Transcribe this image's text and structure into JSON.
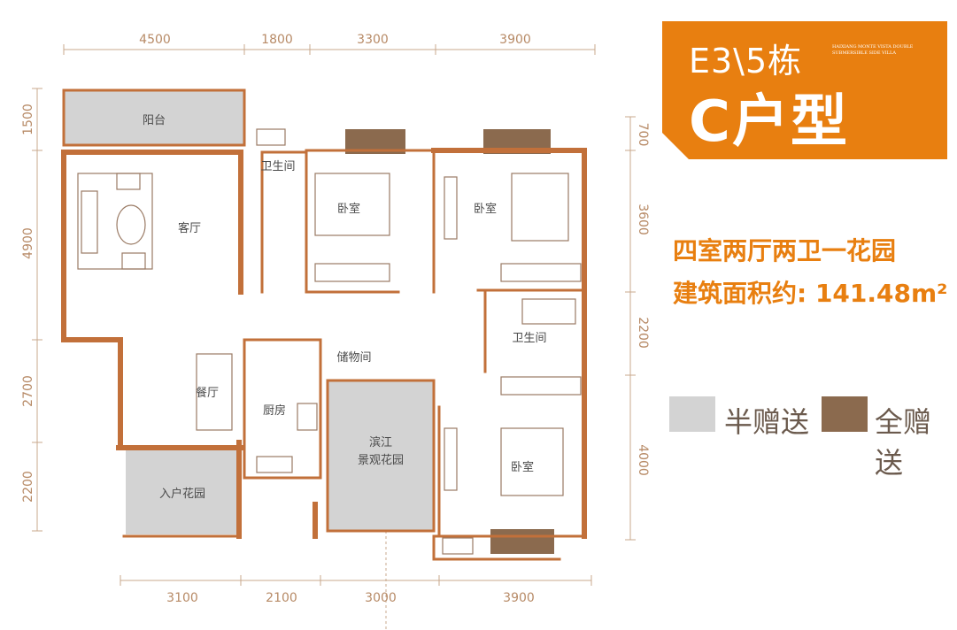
{
  "badge": {
    "title": "E3\\5栋",
    "subtitle": "C户型",
    "english": "HAIXIANG MONTE VISTA DOUBLE SUBMERSIBLE SIDE VILLA"
  },
  "info": {
    "layout": "四室两厅两卫一花园",
    "area": "建筑面积约: 141.48m²"
  },
  "legend": [
    {
      "label": "半赠送",
      "color": "#d3d3d3"
    },
    {
      "label": "全赠送",
      "color": "#8b6a4e"
    }
  ],
  "dimensions": {
    "top": [
      "4500",
      "1800",
      "3300",
      "3900"
    ],
    "bottom": [
      "3100",
      "2100",
      "3000",
      "3900"
    ],
    "left": [
      "1500",
      "4900",
      "2700",
      "2200"
    ],
    "right": [
      "700",
      "3600",
      "2200",
      "4000"
    ]
  },
  "rooms": {
    "balcony": "阳台",
    "bathroom1": "卫生间",
    "living": "客厅",
    "bedroom1": "卧室",
    "bedroom2": "卧室",
    "dining": "餐厅",
    "kitchen": "厨房",
    "storage": "储物间",
    "garden_line1": "滨江",
    "garden_line2": "景观花园",
    "entry_garden": "入户花园",
    "bathroom2": "卫生间",
    "bedroom3": "卧室"
  },
  "colors": {
    "accent": "#e87f10",
    "wall": "#c2703a",
    "dim": "#b78a66"
  }
}
